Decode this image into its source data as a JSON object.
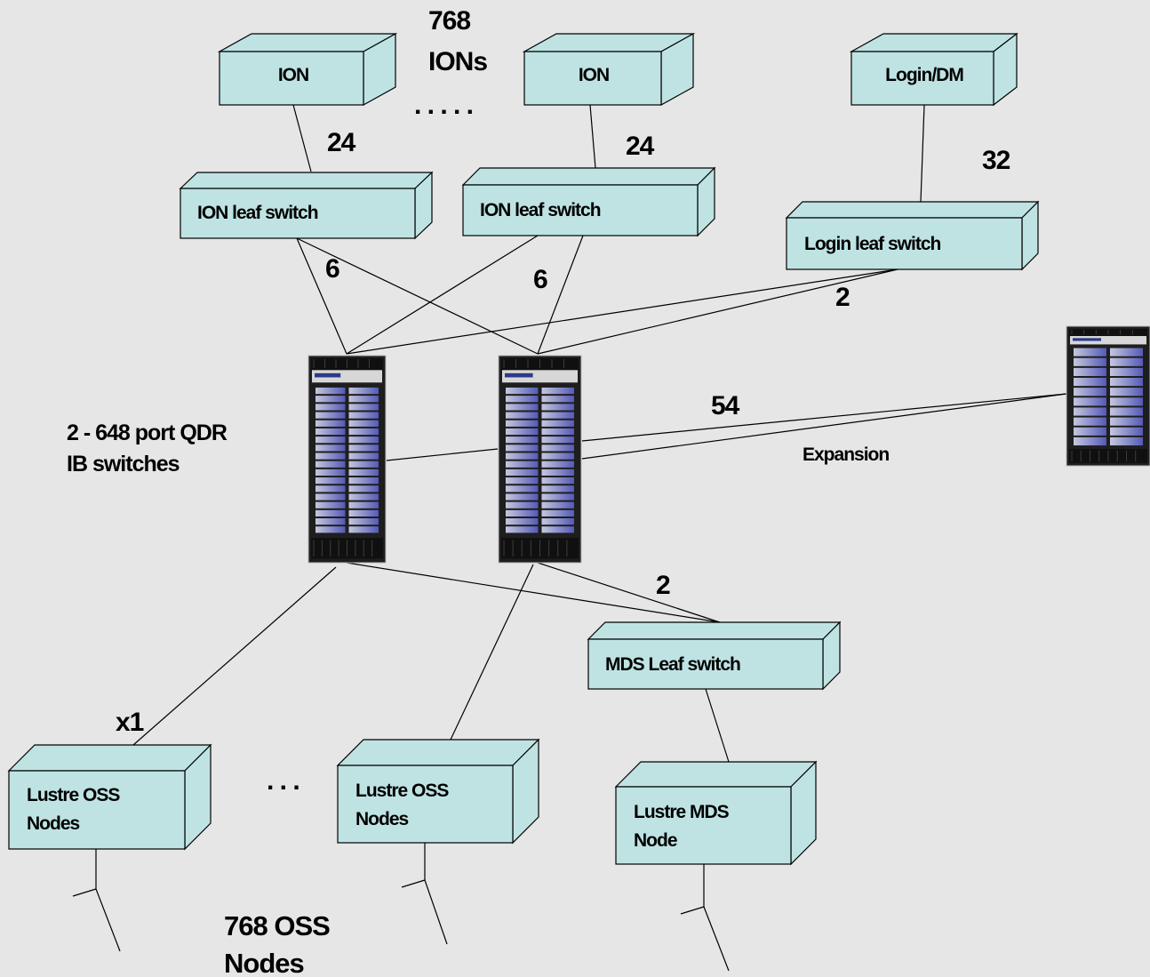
{
  "nodes": {
    "ion_1": "ION",
    "ion_2": "ION",
    "login_dm": "Login/DM",
    "ion_leaf_1": "ION leaf switch",
    "ion_leaf_2": "ION leaf switch",
    "login_leaf": "Login leaf switch",
    "mds_leaf": "MDS Leaf switch",
    "oss_1": [
      "Lustre OSS",
      "Nodes"
    ],
    "oss_2": [
      "Lustre OSS",
      "Nodes"
    ],
    "mds_node": [
      "Lustre MDS",
      "Node"
    ]
  },
  "labels": {
    "ion_count": [
      "768",
      "IONs"
    ],
    "ion_ellipsis": ". . . . .",
    "oss_ellipsis": ". . .",
    "ion_links_1": "24",
    "ion_links_2": "24",
    "login_links": "32",
    "leaf_uplinks_1": "6",
    "leaf_uplinks_2": "6",
    "login_uplinks": "2",
    "expansion_links": "54",
    "expansion": "Expansion",
    "core_switches": [
      "2 - 648 port QDR",
      "IB switches"
    ],
    "mds_uplinks": "2",
    "oss_link": "x1",
    "oss_count": [
      "768 OSS",
      "Nodes"
    ]
  },
  "colors": {
    "background": "#e6e6e6",
    "box_fill": "#bfe3e3",
    "rack_body": "#1e1e1e",
    "rack_blade": "#3a3fa8"
  }
}
